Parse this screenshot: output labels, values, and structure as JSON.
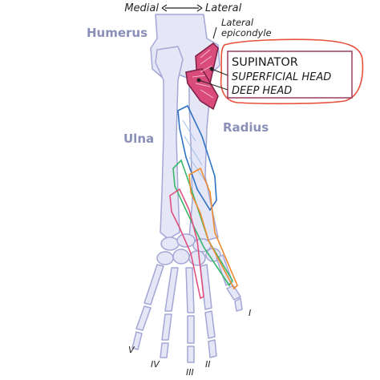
{
  "orientation": {
    "medial": "Medial",
    "lateral": "Lateral"
  },
  "bones": {
    "humerus": "Humerus",
    "ulna": "Ulna",
    "radius": "Radius"
  },
  "epicondyle": {
    "line1": "Lateral",
    "line2": "epicondyle"
  },
  "callout": {
    "title": "SUPINATOR",
    "head1": "SUPERFICIAL HEAD",
    "head2": "DEEP HEAD"
  },
  "digits": {
    "d1": "I",
    "d2": "II",
    "d3": "III",
    "d4": "IV",
    "d5": "V"
  },
  "colors": {
    "bone_fill": "#e6e7f6",
    "bone_stroke": "#a4a7d6",
    "supinator": "#d94b7b",
    "blue": "#2f72c4",
    "green": "#39b86a",
    "orange": "#ef8a30",
    "pink": "#e0507f",
    "callout_box": "#8a1f4a",
    "callout_cloud": "#e8503a"
  }
}
